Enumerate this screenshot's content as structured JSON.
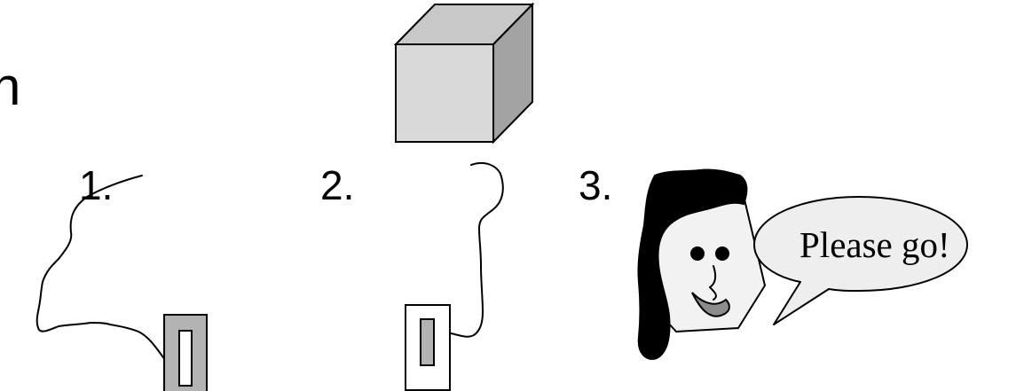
{
  "slide": {
    "partial_heading_glyph": "n",
    "steps": [
      {
        "label": "1."
      },
      {
        "label": "2."
      },
      {
        "label": "3."
      }
    ],
    "speech_bubble": {
      "text": "Please go!"
    }
  },
  "colors": {
    "cube_front": "#d9d9d9",
    "cube_top": "#c8c8c8",
    "cube_side": "#a3a3a3",
    "switch_gray": "#b3b3b3",
    "bubble_fill": "#eeeeee",
    "mouth_gray": "#8c8c8c",
    "hair": "#000000"
  },
  "icons": [
    "cube-icon",
    "light-switch-icon",
    "wire-icon",
    "face-icon",
    "speech-bubble-icon"
  ]
}
